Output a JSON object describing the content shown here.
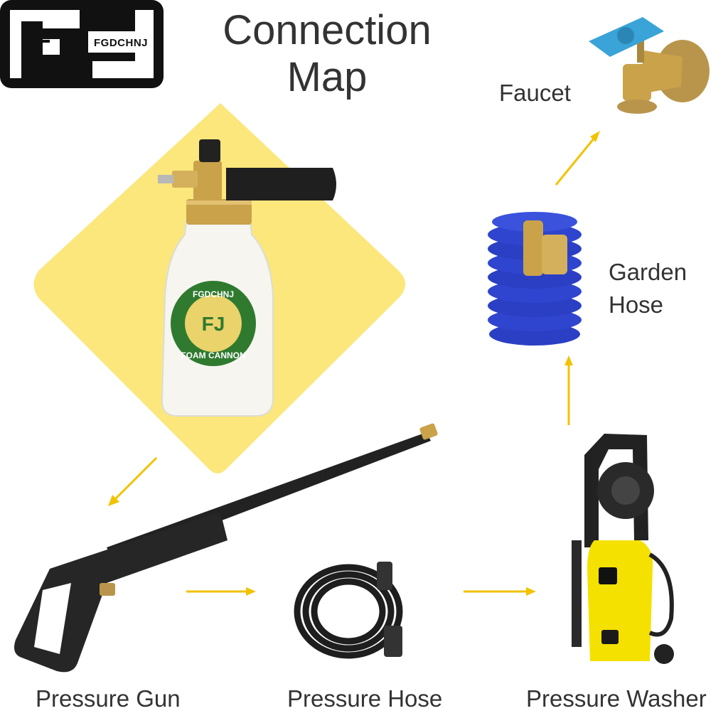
{
  "brand": {
    "name": "FGDCHNJ",
    "badge_top": "FGDCHNJ",
    "badge_bottom": "FOAM CANNON"
  },
  "title": "Connection Map",
  "labels": {
    "faucet": "Faucet",
    "garden_hose": "Garden Hose",
    "pressure_gun": "Pressure Gun",
    "pressure_hose": "Pressure Hose",
    "pressure_washer": "Pressure Washer"
  },
  "colors": {
    "highlight": "#fbe77c",
    "arrow": "#f2c200",
    "garden_hose": "#2b3fc4",
    "washer_body": "#f5e100",
    "brass": "#c9a24a",
    "valve_handle": "#3aa3d8",
    "badge": "#2f7a2f"
  }
}
